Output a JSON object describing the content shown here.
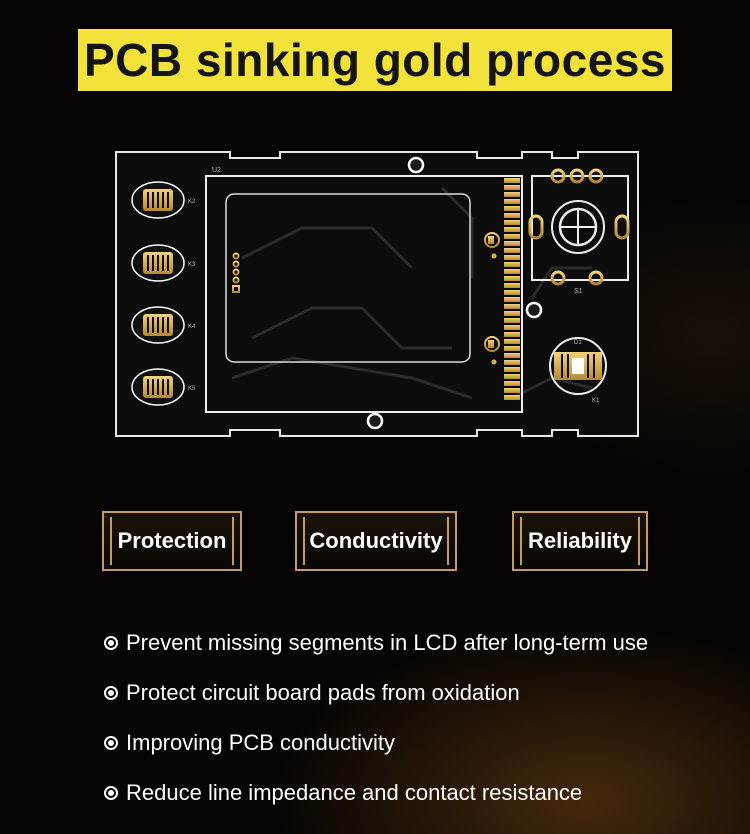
{
  "title": "PCB sinking gold process",
  "pcb_labels": {
    "u2": "U2",
    "k2": "K2",
    "k3": "K3",
    "k4": "K4",
    "k5": "K5",
    "s1": "S1",
    "d1": "D1",
    "k1": "K1"
  },
  "badges": [
    {
      "label": "Protection"
    },
    {
      "label": "Conductivity"
    },
    {
      "label": "Reliability"
    }
  ],
  "features": [
    {
      "text": "Prevent missing segments in LCD after long-term use"
    },
    {
      "text": "Protect circuit board pads from oxidation"
    },
    {
      "text": "Improving PCB conductivity"
    },
    {
      "text": "Reduce line impedance and contact resistance"
    }
  ],
  "colors": {
    "title_bg": "#f3e23a",
    "gold": "#d9b24a",
    "badge_border": "#c59a5a",
    "background": "#050402"
  }
}
